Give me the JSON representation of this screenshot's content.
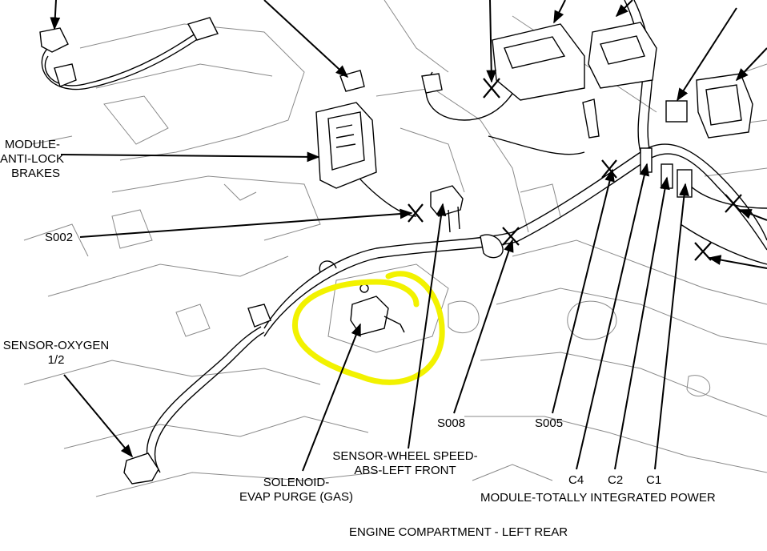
{
  "labels": {
    "module_abs_line1": "MODULE-",
    "module_abs_line2": "ANTI-LOCK",
    "module_abs_line3": "BRAKES",
    "s002": "S002",
    "sensor_oxygen_line1": "SENSOR-OXYGEN",
    "sensor_oxygen_line2": "1/2",
    "s008": "S008",
    "s005": "S005",
    "wheel_speed_line1": "SENSOR-WHEEL SPEED-",
    "wheel_speed_line2": "ABS-LEFT FRONT",
    "solenoid_line1": "SOLENOID-",
    "solenoid_line2": "EVAP PURGE (GAS)",
    "c4": "C4",
    "c2": "C2",
    "c1": "C1",
    "tipm": "MODULE-TOTALLY INTEGRATED POWER",
    "caption": "ENGINE COMPARTMENT - LEFT REAR"
  },
  "colors": {
    "line": "#000000",
    "sketch": "#6e6e6e",
    "highlight": "#f2f200"
  }
}
